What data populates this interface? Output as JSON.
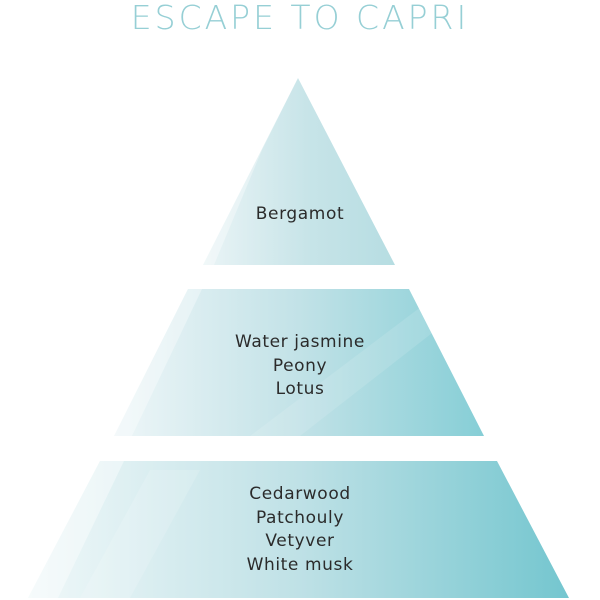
{
  "title": "ESCAPE TO CAPRI",
  "colors": {
    "title": "#96cfd5",
    "layer_light": "#e6f3f5",
    "layer_dark": "#7ccbd3",
    "text": "#2b2b2b"
  },
  "layers": {
    "top": {
      "notes": [
        "Bergamot"
      ]
    },
    "middle": {
      "notes": [
        "Water jasmine",
        "Peony",
        "Lotus"
      ]
    },
    "base": {
      "notes": [
        "Cedarwood",
        "Patchouly",
        "Vetyver",
        "White musk"
      ]
    }
  }
}
